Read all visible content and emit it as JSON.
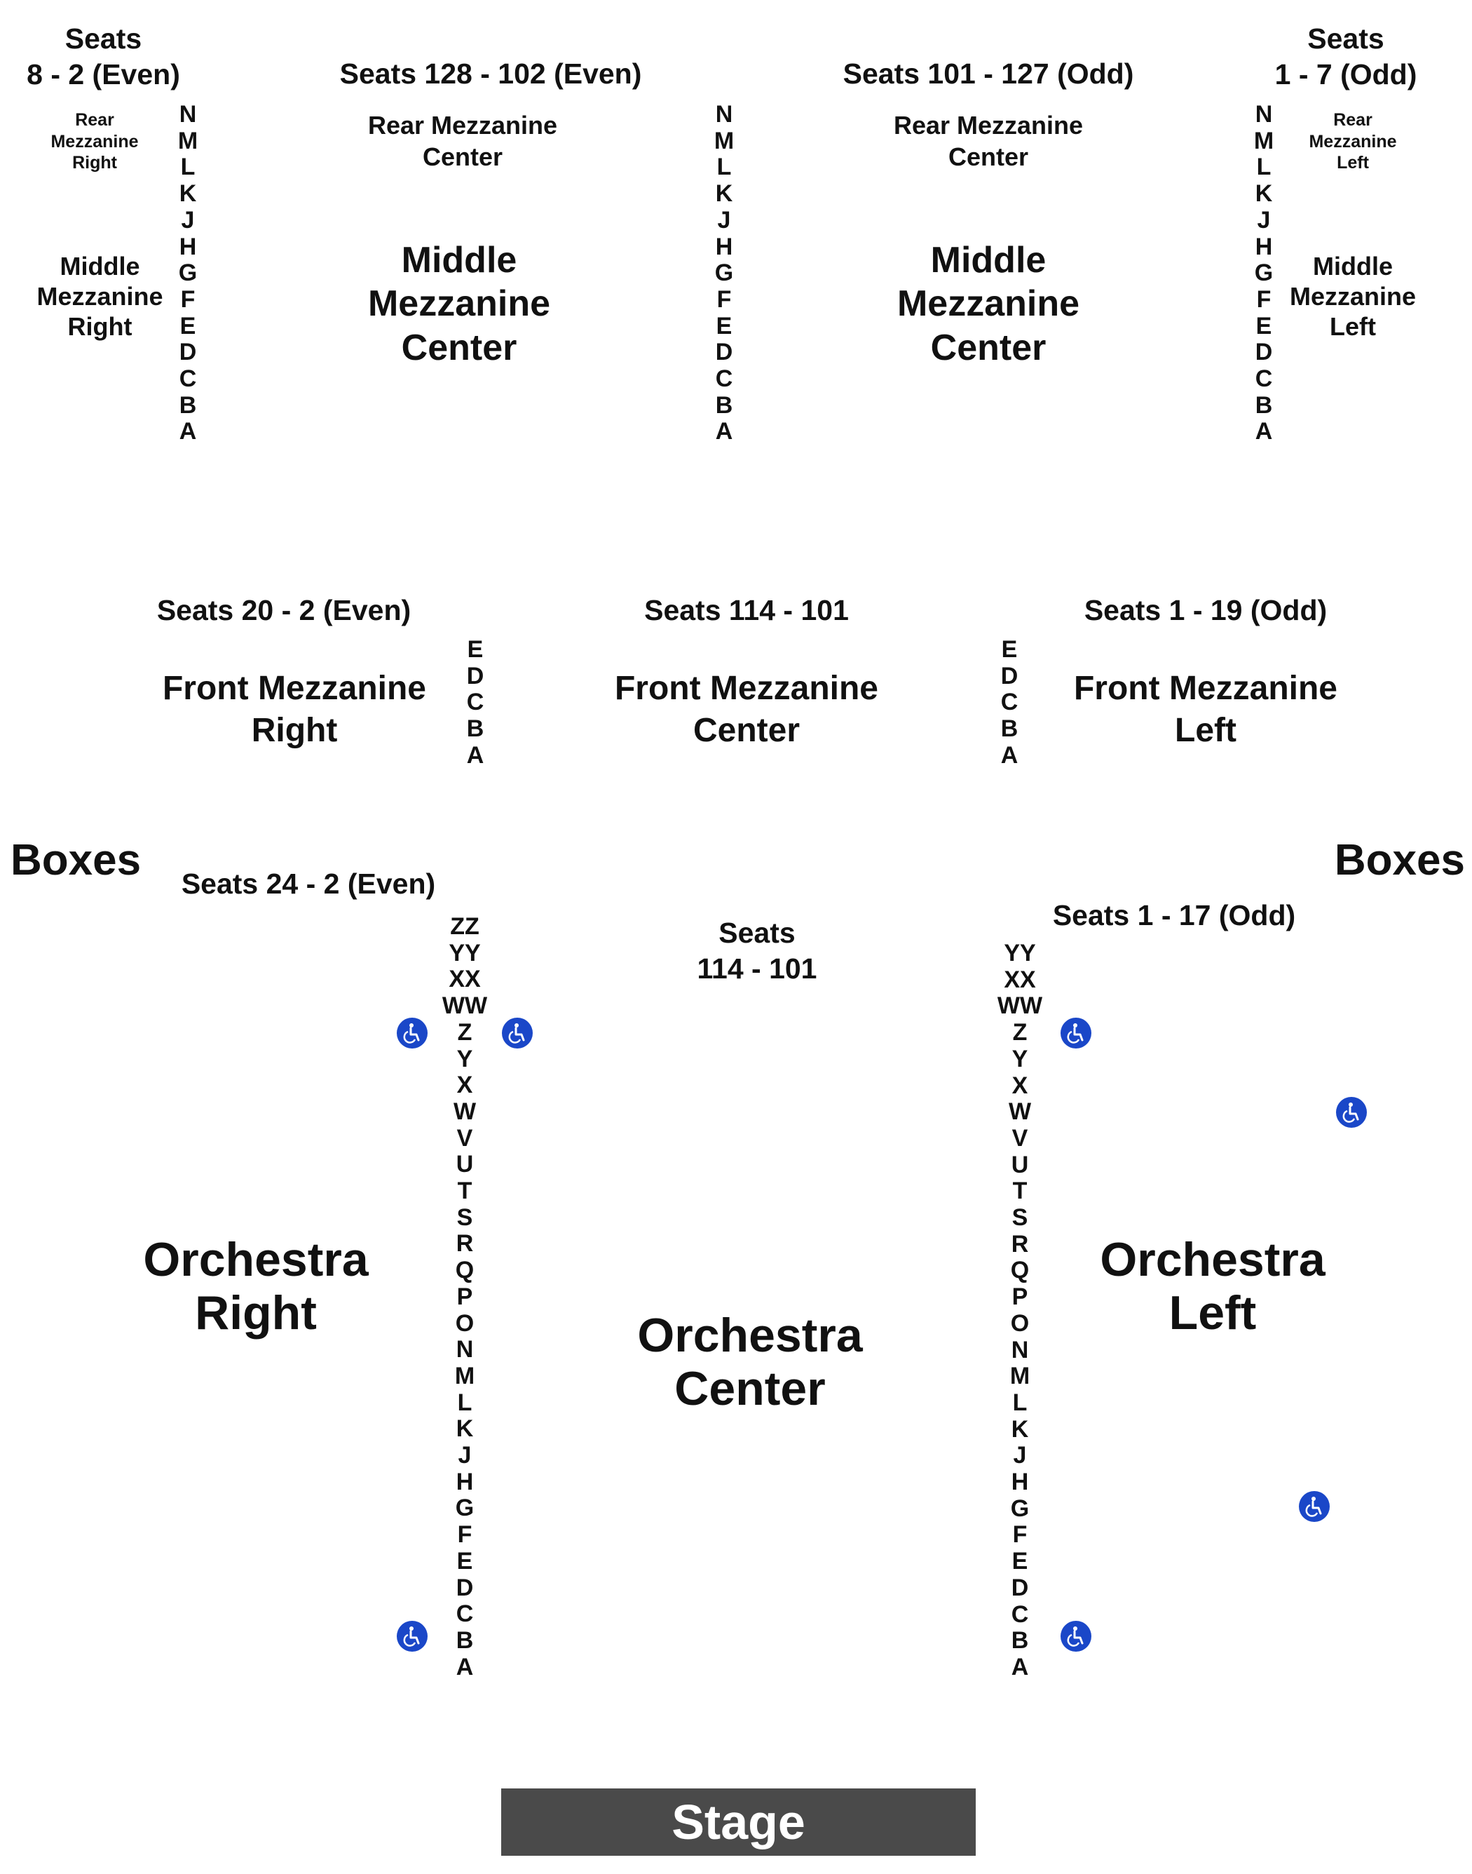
{
  "mezz_upper": {
    "right_seats": "Seats\n8 - 2 (Even)",
    "center_right_seats": "Seats 128 - 102 (Even)",
    "center_left_seats": "Seats 101 - 127 (Odd)",
    "left_seats": "Seats\n1 - 7 (Odd)",
    "rear_right": "Rear\nMezzanine\nRight",
    "rear_center": "Rear Mezzanine\nCenter",
    "rear_left": "Rear\nMezzanine\nLeft",
    "middle_right": "Middle\nMezzanine\nRight",
    "middle_center": "Middle\nMezzanine\nCenter",
    "middle_left": "Middle\nMezzanine\nLeft",
    "rows": [
      "N",
      "M",
      "L",
      "K",
      "J",
      "H",
      "G",
      "F",
      "E",
      "D",
      "C",
      "B",
      "A"
    ]
  },
  "front_mezz": {
    "right_seats": "Seats 20 - 2 (Even)",
    "center_seats": "Seats 114 - 101",
    "left_seats": "Seats 1 - 19 (Odd)",
    "right": "Front Mezzanine\nRight",
    "center": "Front Mezzanine\nCenter",
    "left": "Front Mezzanine\nLeft",
    "rows": [
      "E",
      "D",
      "C",
      "B",
      "A"
    ]
  },
  "orchestra": {
    "boxes_left": "Boxes",
    "boxes_right": "Boxes",
    "right_seats": "Seats 24 - 2 (Even)",
    "center_seats": "Seats\n114 - 101",
    "left_seats": "Seats 1 - 17 (Odd)",
    "right": "Orchestra\nRight",
    "center": "Orchestra\nCenter",
    "left": "Orchestra\nLeft",
    "rows_right_aisle": [
      "ZZ",
      "YY",
      "XX",
      "WW",
      "Z",
      "Y",
      "X",
      "W",
      "V",
      "U",
      "T",
      "S",
      "R",
      "Q",
      "P",
      "O",
      "N",
      "M",
      "L",
      "K",
      "J",
      "H",
      "G",
      "F",
      "E",
      "D",
      "C",
      "B",
      "A"
    ],
    "rows_left_aisle": [
      "YY",
      "XX",
      "WW",
      "Z",
      "Y",
      "X",
      "W",
      "V",
      "U",
      "T",
      "S",
      "R",
      "Q",
      "P",
      "O",
      "N",
      "M",
      "L",
      "K",
      "J",
      "H",
      "G",
      "F",
      "E",
      "D",
      "C",
      "B",
      "A"
    ]
  },
  "stage": "Stage",
  "colors": {
    "accessible": "#1a47c8",
    "stage": "#4a4a4a"
  },
  "icons": {
    "accessible": "wheelchair-icon"
  }
}
